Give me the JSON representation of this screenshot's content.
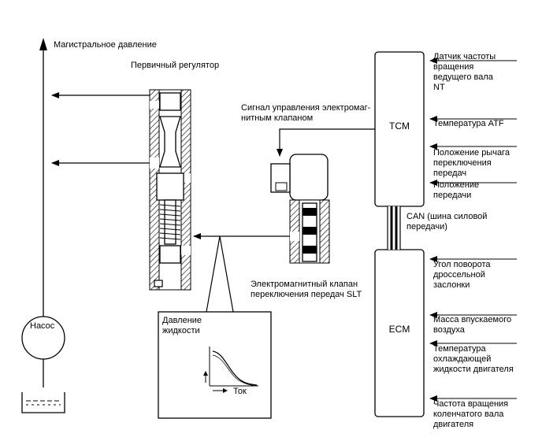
{
  "labels": {
    "main_pressure": "Магистральное давление",
    "primary_regulator": "Первичный регулятор",
    "solenoid_signal": "Сигнал управления электромаг-\nнитным клапаном",
    "solenoid_valve": "Электромагнитный клапан\nпереключения передач SLT",
    "pump": "Насос",
    "fluid_pressure": "Давление\nжидкости",
    "current": "Ток",
    "tcm": "TCM",
    "ecm": "ECM",
    "can": "CAN (шина силовой\nпередачи)"
  },
  "tcm_inputs": [
    "Датчик частоты\nвращения\nведущего вала\nNT",
    "Температура ATF",
    "Положение рычага\nпереключения\nпередач",
    "Положение\nпередачи"
  ],
  "ecm_inputs": [
    "Угол поворота\nдроссельной\nзаслонки",
    "Масса впускаемого\nвоздуха",
    "Температура\nохлаждающей\nжидкости двигателя",
    "Частота вращения\nколенчатого вала\nдвигателя"
  ]
}
